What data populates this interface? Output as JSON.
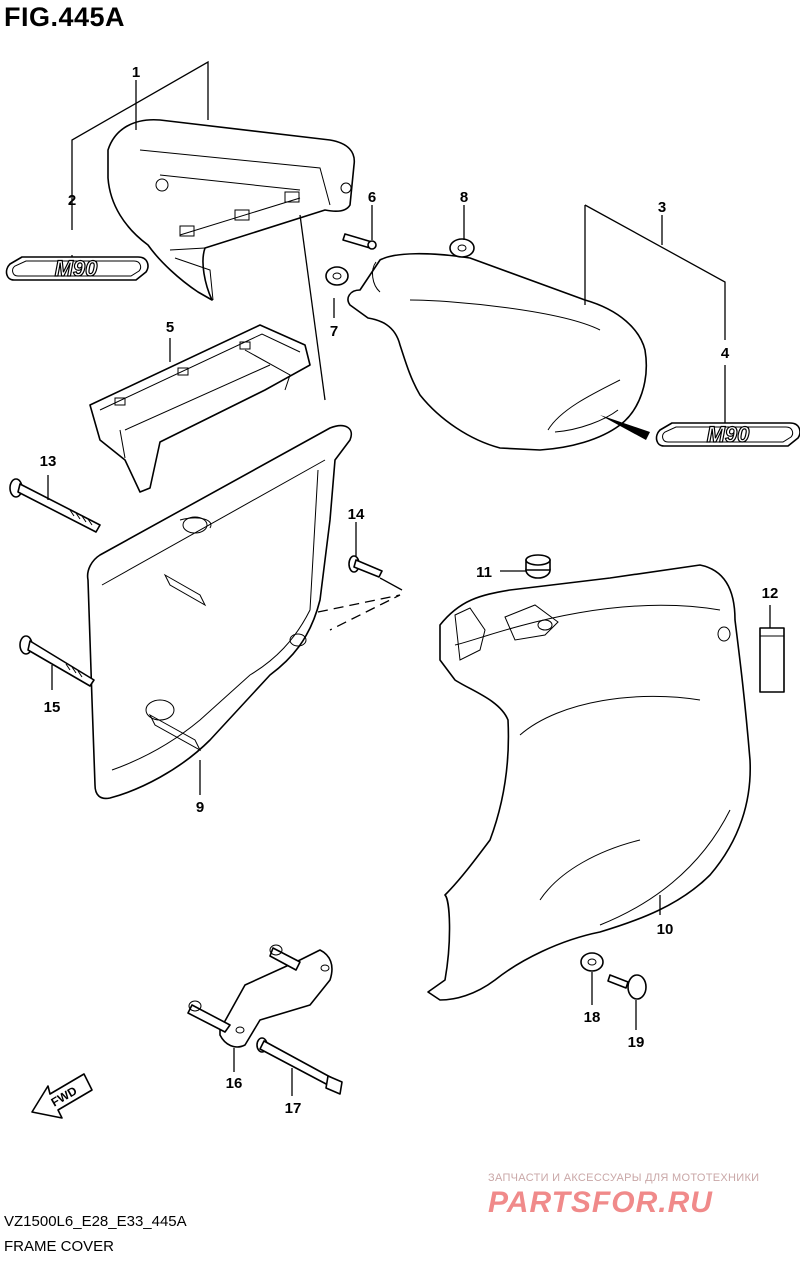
{
  "header": {
    "title": "FIG.445A"
  },
  "footer": {
    "model_code": "VZ1500L6_E28_E33_445A",
    "section_name": "FRAME COVER"
  },
  "watermark": {
    "tagline": "ЗАПЧАСТИ И АКСЕССУАРЫ ДЛЯ МОТОТЕХНИКИ",
    "logo": "PARTSFOR.RU",
    "logo_color": "#f08a8a"
  },
  "emblems": [
    {
      "text": "M90"
    },
    {
      "text": "M90"
    }
  ],
  "fwd_arrow": {
    "text": "FWD"
  },
  "callouts": [
    "1",
    "2",
    "3",
    "4",
    "5",
    "6",
    "7",
    "8",
    "9",
    "10",
    "11",
    "12",
    "13",
    "14",
    "15",
    "16",
    "17",
    "18",
    "19"
  ]
}
